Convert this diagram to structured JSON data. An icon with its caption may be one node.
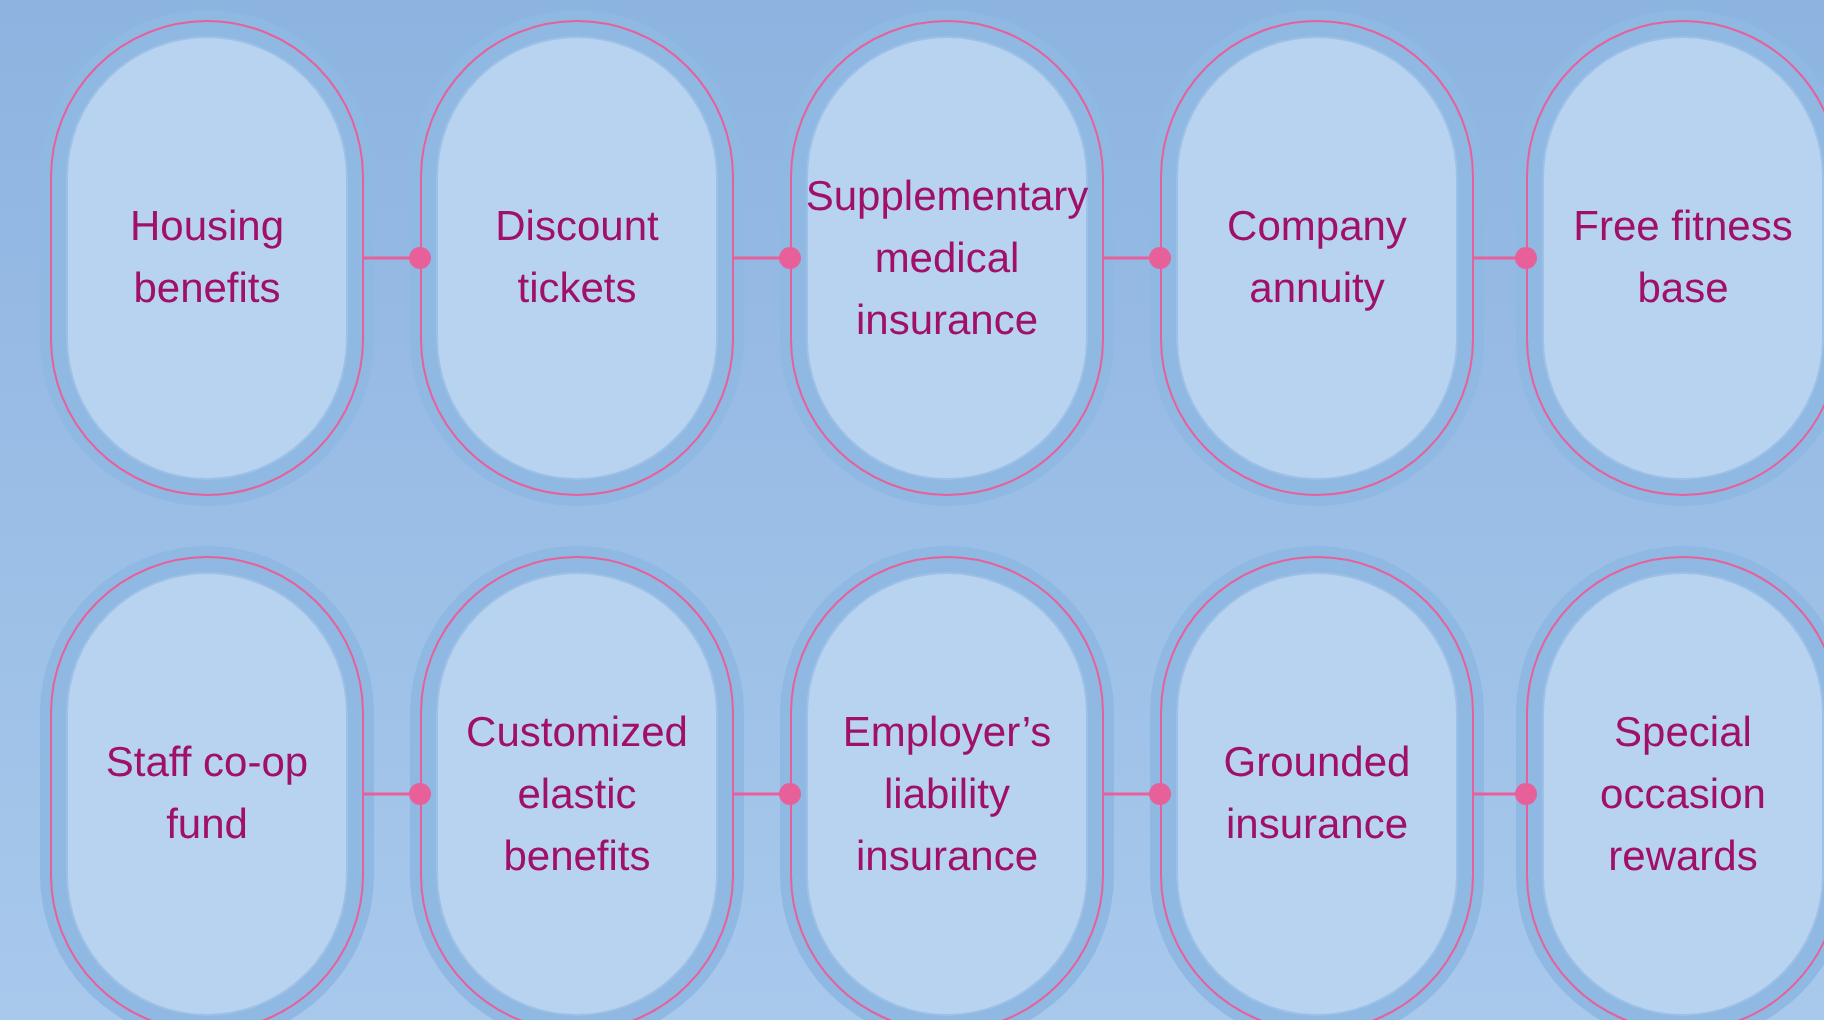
{
  "diagram": {
    "nodes": [
      {
        "text": [
          "Housing benefits"
        ]
      },
      {
        "text": [
          "Discount tickets"
        ]
      },
      {
        "text": [
          "Supplementary medical insurance"
        ]
      },
      {
        "text": [
          "Company annuity"
        ]
      },
      {
        "text": [
          "Free fitness base"
        ]
      },
      {
        "text": [
          "Staff co-op fund"
        ]
      },
      {
        "text": [
          "Customized elastic benefits"
        ]
      },
      {
        "text": [
          "Employer’s liability insurance"
        ]
      },
      {
        "text": [
          "Grounded insurance"
        ]
      },
      {
        "text": [
          "Special occasion rewards"
        ]
      }
    ],
    "edges": [
      {
        "from": 0,
        "to": 1,
        "arrow": "other"
      },
      {
        "from": 1,
        "to": 2,
        "arrow": "other"
      },
      {
        "from": 2,
        "to": 3,
        "arrow": "other"
      },
      {
        "from": 3,
        "to": 4,
        "arrow": "other"
      },
      {
        "from": 5,
        "to": 6,
        "arrow": "other"
      },
      {
        "from": 6,
        "to": 7,
        "arrow": "other"
      },
      {
        "from": 7,
        "to": 8,
        "arrow": "other"
      },
      {
        "from": 8,
        "to": 9,
        "arrow": "other"
      }
    ]
  }
}
